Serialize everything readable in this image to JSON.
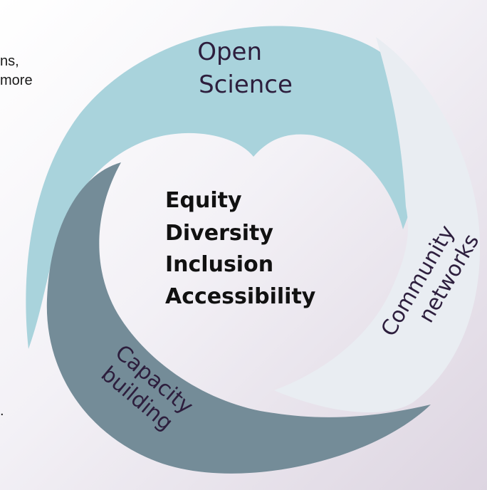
{
  "background_fragments": [
    "ns,",
    "more",
    "."
  ],
  "center_values": [
    "Equity",
    "Diversity",
    "Inclusion",
    "Accessibility"
  ],
  "segments": [
    {
      "id": "open-science",
      "lines": [
        "Open",
        "Science"
      ],
      "color": "#a9d3dc"
    },
    {
      "id": "community-networks",
      "lines": [
        "Community",
        "networks"
      ],
      "color": "#e9edf2"
    },
    {
      "id": "capacity-building",
      "lines": [
        "Capacity",
        "building"
      ],
      "color": "#748c98"
    }
  ],
  "colors": {
    "segment_text": "#2d1e3d",
    "center_text": "#111111",
    "background_start": "#ffffff",
    "background_end": "#ddd5e1"
  }
}
